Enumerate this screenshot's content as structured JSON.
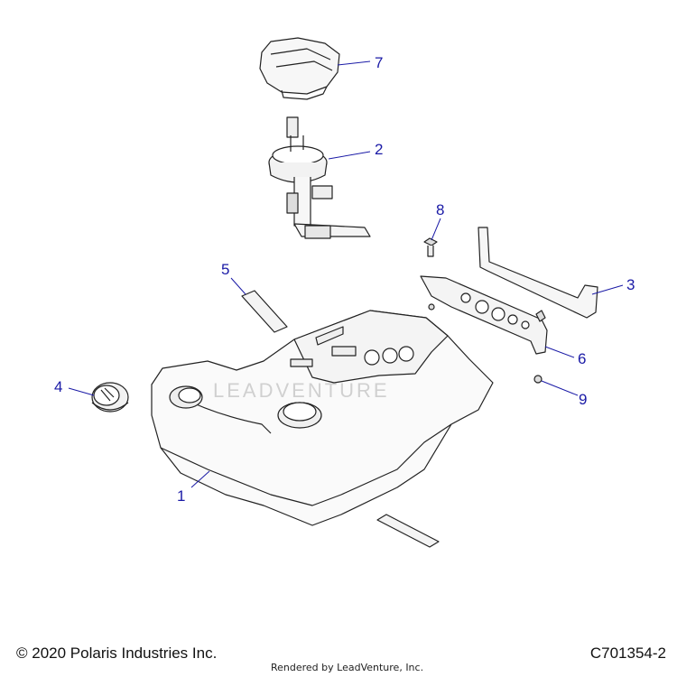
{
  "callouts": [
    {
      "id": "1",
      "label": "1"
    },
    {
      "id": "2",
      "label": "2"
    },
    {
      "id": "3",
      "label": "3"
    },
    {
      "id": "4",
      "label": "4"
    },
    {
      "id": "5",
      "label": "5"
    },
    {
      "id": "6",
      "label": "6"
    },
    {
      "id": "7",
      "label": "7"
    },
    {
      "id": "8",
      "label": "8"
    },
    {
      "id": "9",
      "label": "9"
    }
  ],
  "watermark": "LEADVENTURE",
  "footer": {
    "copyright": "© 2020 Polaris Industries Inc.",
    "diagram_code": "C701354-2",
    "render_credit": "Rendered by LeadVenture, Inc."
  },
  "colors": {
    "callout": "#1a1aa6",
    "line_art": "#222222",
    "watermark": "#d0d0d0"
  }
}
